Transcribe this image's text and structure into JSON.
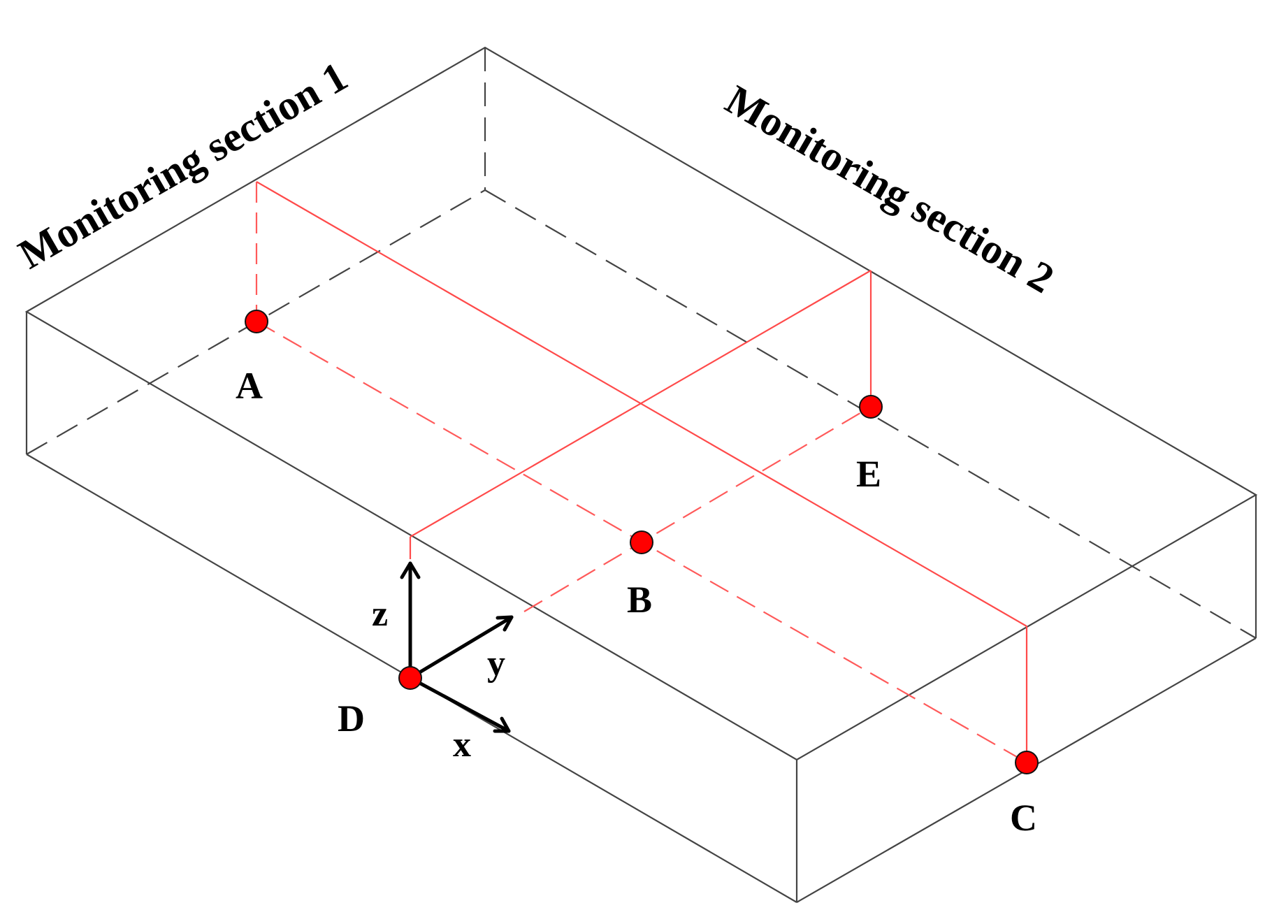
{
  "labels": {
    "section1": "Monitoring section 1",
    "section2": "Monitoring section 2"
  },
  "points": [
    {
      "id": "A",
      "label": "A"
    },
    {
      "id": "B",
      "label": "B"
    },
    {
      "id": "C",
      "label": "C"
    },
    {
      "id": "D",
      "label": "D"
    },
    {
      "id": "E",
      "label": "E"
    }
  ],
  "axes": {
    "x": "x",
    "y": "y",
    "z": "z"
  },
  "colors": {
    "box_edges": "#444444",
    "monitoring_lines": "#ff4a4a",
    "point_fill": "#ff0000",
    "axes": "#000000",
    "text": "#000000"
  }
}
